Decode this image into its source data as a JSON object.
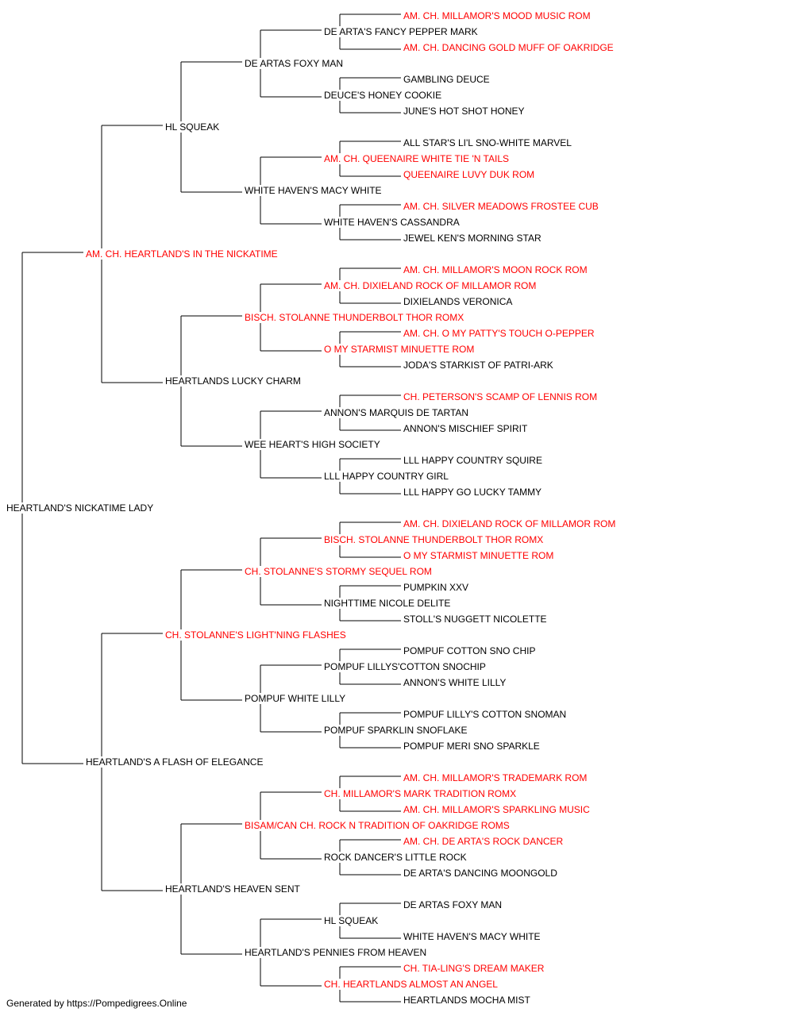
{
  "colors": {
    "champion": "#ff0000",
    "regular": "#000000",
    "connector": "#000000"
  },
  "pedigree": {
    "dog": {
      "name": "HEARTLAND'S NICKATIME LADY",
      "champion": false
    },
    "generations": [
      [
        {
          "name": "AM. CH. HEARTLAND'S IN THE NICKATIME",
          "champion": true
        },
        {
          "name": "HEARTLAND'S A FLASH OF ELEGANCE",
          "champion": false
        }
      ],
      [
        {
          "name": "HL SQUEAK",
          "champion": false
        },
        {
          "name": "HEARTLANDS LUCKY CHARM",
          "champion": false
        },
        {
          "name": "CH. STOLANNE'S LIGHT'NING FLASHES",
          "champion": true
        },
        {
          "name": "HEARTLAND'S HEAVEN SENT",
          "champion": false
        }
      ],
      [
        {
          "name": "DE ARTAS FOXY MAN",
          "champion": false
        },
        {
          "name": "WHITE HAVEN'S MACY WHITE",
          "champion": false
        },
        {
          "name": "BISCH. STOLANNE THUNDERBOLT THOR ROMX",
          "champion": true
        },
        {
          "name": "WEE HEART'S HIGH SOCIETY",
          "champion": false
        },
        {
          "name": "CH. STOLANNE'S STORMY SEQUEL ROM",
          "champion": true
        },
        {
          "name": "POMPUF WHITE LILLY",
          "champion": false
        },
        {
          "name": "BISAM/CAN CH. ROCK N TRADITION OF OAKRIDGE ROMS",
          "champion": true
        },
        {
          "name": "HEARTLAND'S PENNIES FROM HEAVEN",
          "champion": false
        }
      ],
      [
        {
          "name": "DE ARTA'S FANCY PEPPER MARK",
          "champion": false
        },
        {
          "name": "DEUCE'S HONEY COOKIE",
          "champion": false
        },
        {
          "name": "AM. CH. QUEENAIRE WHITE TIE 'N TAILS",
          "champion": true
        },
        {
          "name": "WHITE HAVEN'S CASSANDRA",
          "champion": false
        },
        {
          "name": "AM. CH. DIXIELAND ROCK OF MILLAMOR ROM",
          "champion": true
        },
        {
          "name": "O MY STARMIST MINUETTE ROM",
          "champion": true
        },
        {
          "name": "ANNON'S MARQUIS DE TARTAN",
          "champion": false
        },
        {
          "name": "LLL HAPPY COUNTRY GIRL",
          "champion": false
        },
        {
          "name": "BISCH. STOLANNE THUNDERBOLT THOR ROMX",
          "champion": true
        },
        {
          "name": "NIGHTTIME NICOLE DELITE",
          "champion": false
        },
        {
          "name": "POMPUF LILLYS'COTTON SNOCHIP",
          "champion": false
        },
        {
          "name": "POMPUF SPARKLIN SNOFLAKE",
          "champion": false
        },
        {
          "name": "CH. MILLAMOR'S MARK TRADITION ROMX",
          "champion": true
        },
        {
          "name": "ROCK DANCER'S LITTLE ROCK",
          "champion": false
        },
        {
          "name": "HL SQUEAK",
          "champion": false
        },
        {
          "name": "CH. HEARTLANDS ALMOST AN ANGEL",
          "champion": true
        }
      ],
      [
        {
          "name": "AM. CH. MILLAMOR'S MOOD MUSIC ROM",
          "champion": true
        },
        {
          "name": "AM. CH. DANCING GOLD MUFF OF OAKRIDGE",
          "champion": true
        },
        {
          "name": "GAMBLING DEUCE",
          "champion": false
        },
        {
          "name": "JUNE'S HOT SHOT HONEY",
          "champion": false
        },
        {
          "name": "ALL STAR'S LI'L SNO-WHITE MARVEL",
          "champion": false
        },
        {
          "name": "QUEENAIRE LUVY DUK ROM",
          "champion": true
        },
        {
          "name": "AM. CH. SILVER MEADOWS FROSTEE CUB",
          "champion": true
        },
        {
          "name": "JEWEL KEN'S MORNING STAR",
          "champion": false
        },
        {
          "name": "AM. CH. MILLAMOR'S MOON ROCK ROM",
          "champion": true
        },
        {
          "name": "DIXIELANDS VERONICA",
          "champion": false
        },
        {
          "name": "AM. CH. O MY PATTY'S TOUCH O-PEPPER",
          "champion": true
        },
        {
          "name": "JODA'S STARKIST OF PATRI-ARK",
          "champion": false
        },
        {
          "name": "CH. PETERSON'S SCAMP OF LENNIS ROM",
          "champion": true
        },
        {
          "name": "ANNON'S MISCHIEF SPIRIT",
          "champion": false
        },
        {
          "name": "LLL HAPPY COUNTRY SQUIRE",
          "champion": false
        },
        {
          "name": "LLL HAPPY GO LUCKY TAMMY",
          "champion": false
        },
        {
          "name": "AM. CH. DIXIELAND ROCK OF MILLAMOR ROM",
          "champion": true
        },
        {
          "name": "O MY STARMIST MINUETTE ROM",
          "champion": true
        },
        {
          "name": "PUMPKIN XXV",
          "champion": false
        },
        {
          "name": "STOLL'S NUGGETT NICOLETTE",
          "champion": false
        },
        {
          "name": "POMPUF COTTON SNO CHIP",
          "champion": false
        },
        {
          "name": "ANNON'S WHITE LILLY",
          "champion": false
        },
        {
          "name": "POMPUF LILLY'S COTTON SNOMAN",
          "champion": false
        },
        {
          "name": "POMPUF MERI SNO SPARKLE",
          "champion": false
        },
        {
          "name": "AM. CH. MILLAMOR'S TRADEMARK ROM",
          "champion": true
        },
        {
          "name": "AM. CH. MILLAMOR'S SPARKLING MUSIC",
          "champion": true
        },
        {
          "name": "AM. CH. DE ARTA'S ROCK DANCER",
          "champion": true
        },
        {
          "name": "DE ARTA'S DANCING MOONGOLD",
          "champion": false
        },
        {
          "name": "DE ARTAS FOXY MAN",
          "champion": false
        },
        {
          "name": "WHITE HAVEN'S MACY WHITE",
          "champion": false
        },
        {
          "name": "CH. TIA-LING'S DREAM MAKER",
          "champion": true
        },
        {
          "name": "HEARTLANDS MOCHA MIST",
          "champion": false
        }
      ]
    ]
  },
  "footer": {
    "text": "Generated by https://Pompedigrees.Online"
  }
}
